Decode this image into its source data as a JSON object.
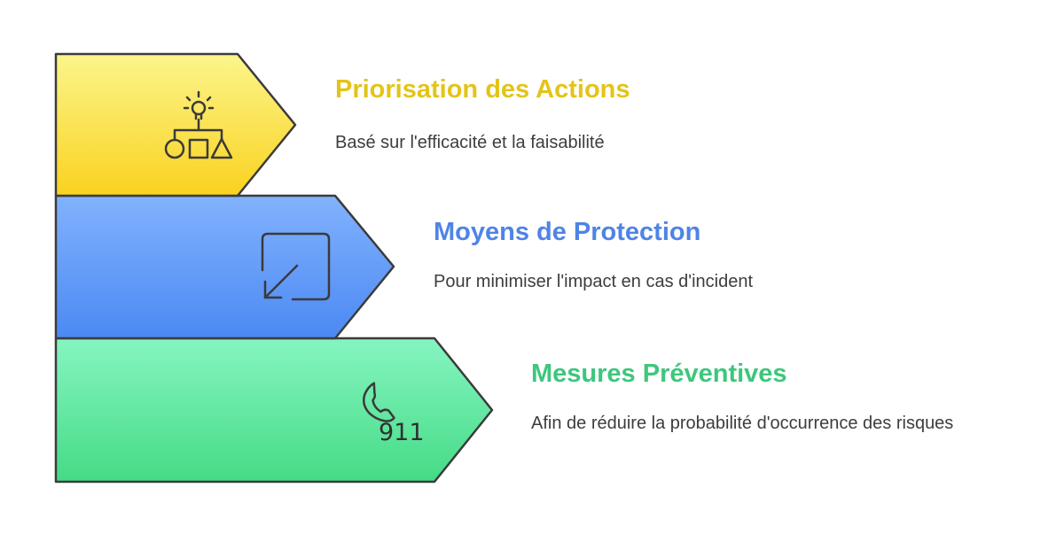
{
  "steps": [
    {
      "title": "Priorisation des Actions",
      "description": "Basé sur l'efficacité et la faisabilité",
      "icon": "hierarchy-lightbulb-icon",
      "color": "#e3c418"
    },
    {
      "title": "Moyens de Protection",
      "description": "Pour minimiser l'impact en cas d'incident",
      "icon": "arrow-down-left-square-icon",
      "color": "#4f84e6"
    },
    {
      "title": "Mesures Préventives",
      "description": "Afin de réduire la probabilité d'occurrence des risques",
      "icon": "phone-911-icon",
      "icon_text": "911",
      "color": "#3dc77c"
    }
  ]
}
